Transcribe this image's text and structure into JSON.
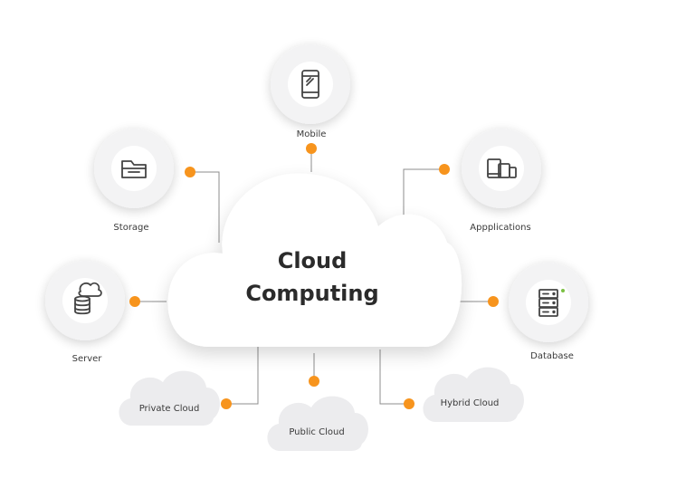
{
  "center": {
    "line1": "Cloud",
    "line2": "Computing"
  },
  "nodes": {
    "mobile": {
      "label": "Mobile",
      "icon": "mobile-phone-icon"
    },
    "storage": {
      "label": "Storage",
      "icon": "folder-icon"
    },
    "applications": {
      "label": "Appplications",
      "icon": "devices-icon"
    },
    "server": {
      "label": "Server",
      "icon": "server-cloud-icon"
    },
    "database": {
      "label": "Database",
      "icon": "database-rack-icon"
    }
  },
  "cloud_types": {
    "private": {
      "label": "Private Cloud"
    },
    "public": {
      "label": "Public Cloud"
    },
    "hybrid": {
      "label": "Hybrid Cloud"
    }
  },
  "colors": {
    "accent": "#f7941d",
    "connector": "#8c8c8c",
    "circle": "#f4f4f5",
    "small_cloud": "#ececee",
    "icon": "#444444"
  }
}
